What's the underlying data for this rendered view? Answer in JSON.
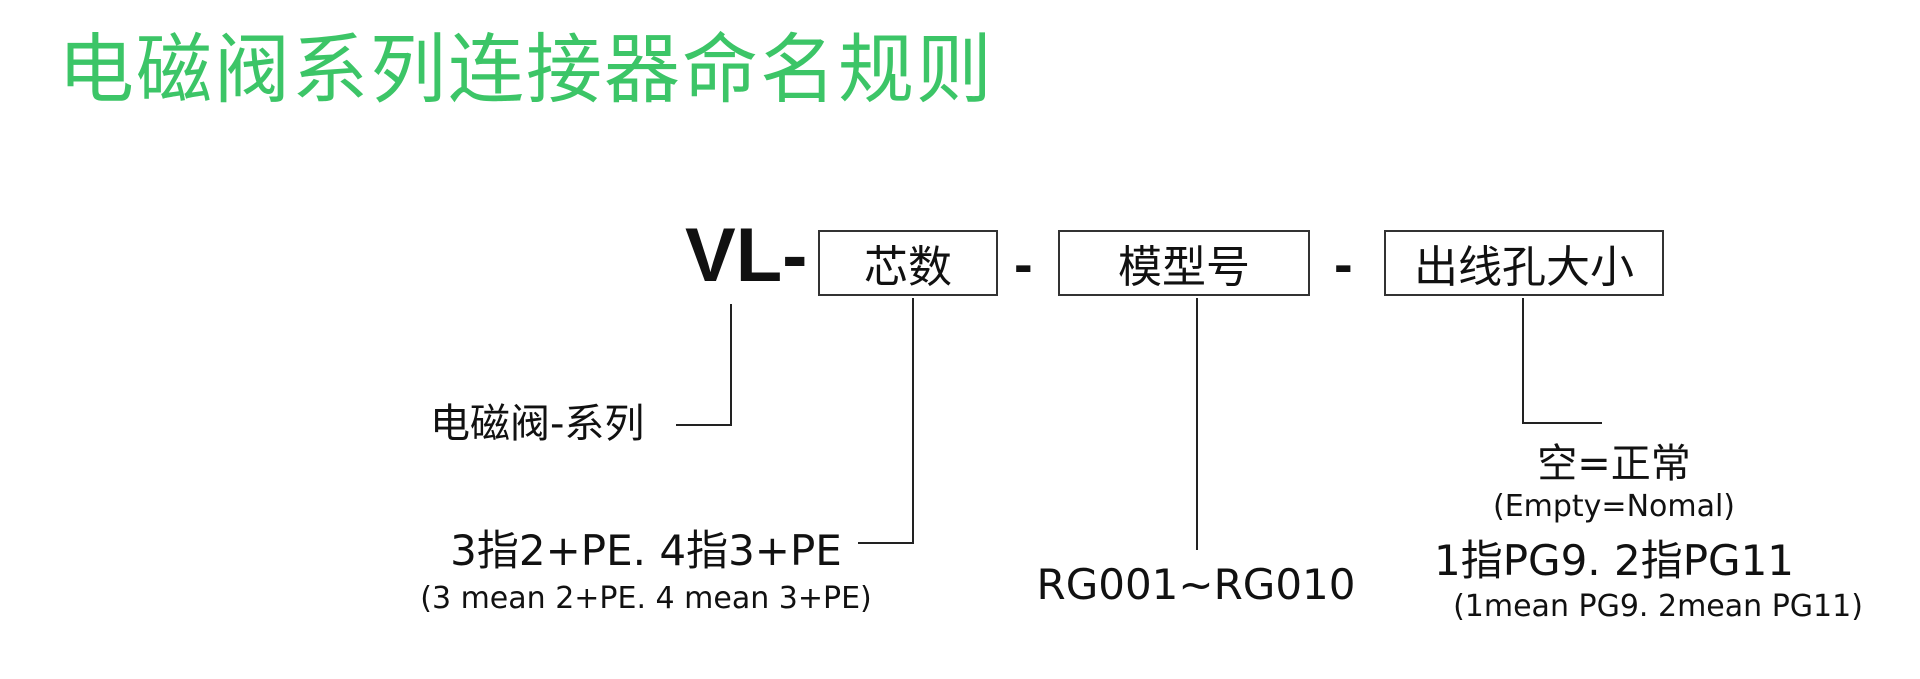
{
  "title": "电磁阀系列连接器命名规则",
  "diagram": {
    "prefix": "VL-",
    "separator": "-",
    "boxes": [
      "芯数",
      "模型号",
      "出线孔大小"
    ],
    "series_label": "电磁阀-系列",
    "core_count": {
      "main": "3指2+PE. 4指3+PE",
      "sub": "(3 mean 2+PE. 4 mean 3+PE)"
    },
    "model_range": "RG001~RG010",
    "outlet": {
      "empty_cn": "空=正常",
      "empty_en": "(Empty=Nomal)",
      "main": "1指PG9.  2指PG11",
      "sub": "(1mean PG9.  2mean PG11)"
    }
  },
  "colors": {
    "title": "#3cc567",
    "text": "#111111",
    "line": "#222222"
  }
}
